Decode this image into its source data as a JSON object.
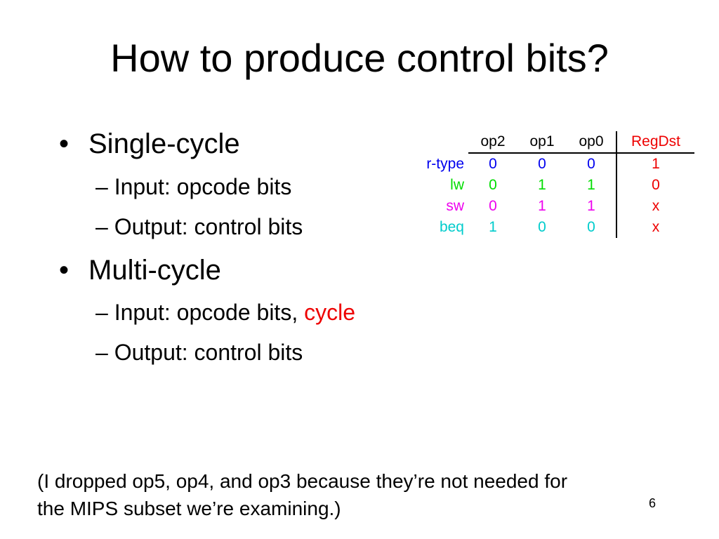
{
  "slide": {
    "title": "How to produce control bits?",
    "page_number": "6"
  },
  "bullets": [
    {
      "bullet": "•",
      "text": "Single-cycle",
      "sub": [
        {
          "dash": "–",
          "text": "Input: opcode bits"
        },
        {
          "dash": "–",
          "text": "Output: control bits"
        }
      ]
    },
    {
      "bullet": "•",
      "text": "Multi-cycle",
      "sub": [
        {
          "dash": "–",
          "text": "Input: opcode bits, ",
          "highlight": "cycle"
        },
        {
          "dash": "–",
          "text": "Output: control bits"
        }
      ]
    }
  ],
  "table": {
    "headers": [
      "op2",
      "op1",
      "op0",
      "RegDst"
    ],
    "header_colors": [
      "#000000",
      "#000000",
      "#000000",
      "#ee0000"
    ],
    "rows": [
      {
        "label": "r-type",
        "color": "#0000ee",
        "values": [
          "0",
          "0",
          "0",
          "1"
        ],
        "output_color": "#ee0000"
      },
      {
        "label": "lw",
        "color": "#00dd00",
        "values": [
          "0",
          "1",
          "1",
          "0"
        ],
        "output_color": "#ee0000"
      },
      {
        "label": "sw",
        "color": "#ee00ee",
        "values": [
          "0",
          "1",
          "1",
          "x"
        ],
        "output_color": "#ee0000"
      },
      {
        "label": "beq",
        "color": "#00cccc",
        "values": [
          "1",
          "0",
          "0",
          "x"
        ],
        "output_color": "#ee0000"
      }
    ]
  },
  "note": {
    "line1": "(I dropped op5, op4, and op3 because they’re not needed for",
    "line2": "the MIPS subset we’re examining.)"
  },
  "colors": {
    "highlight": "#ee0000",
    "text": "#000000",
    "background": "#ffffff"
  }
}
